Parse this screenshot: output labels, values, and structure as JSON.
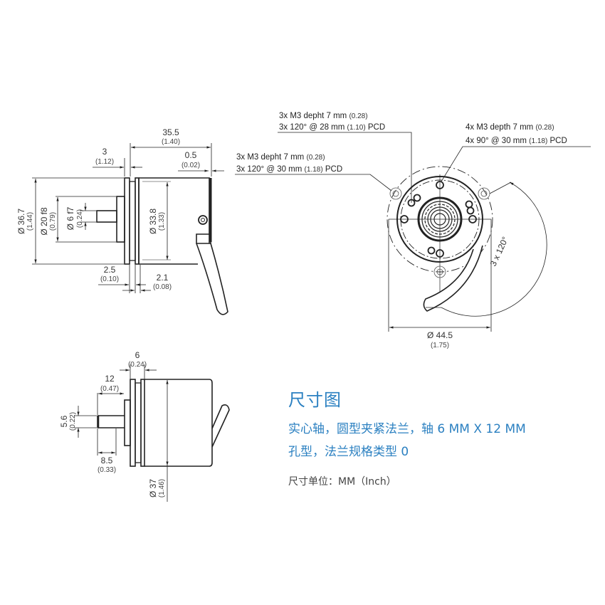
{
  "caption": {
    "title": "尺寸图",
    "description_line1": "实心轴，圆型夹紧法兰，轴 6 MM X 12 MM",
    "description_line2": "孔型，法兰规格类型 0",
    "units": "尺寸单位：MM（Inch）",
    "accent_color": "#2b80c1"
  },
  "side_view": {
    "overall_length": {
      "mm": "35.5",
      "inch": "(1.40)"
    },
    "flange_thickness": {
      "mm": "3",
      "inch": "(1.12)"
    },
    "rear_offset": {
      "mm": "0.5",
      "inch": "(0.02)"
    },
    "flange_diameter": {
      "mm": "Ø 36.7",
      "inch": "(1.44)"
    },
    "spigot_diameter": {
      "mm": "Ø 20 f8",
      "inch": "(0.79)"
    },
    "shaft_diameter": {
      "mm": "Ø 6 f7",
      "inch": "(0.24)"
    },
    "body_diameter": {
      "mm": "Ø 33.8",
      "inch": "(1.33)"
    },
    "groove_left": {
      "mm": "2.5",
      "inch": "(0.10)"
    },
    "groove_right": {
      "mm": "2.1",
      "inch": "(0.08)"
    }
  },
  "front_view": {
    "hole_note_a": {
      "line1_main": "3x M3 depht 7 mm",
      "line1_sub": "(0.28)",
      "line2_main": "3x 120° @ 28 mm",
      "line2_sub": "(1.10)",
      "line2_end": "PCD"
    },
    "hole_note_b": {
      "line1_main": "3x M3 depht 7 mm",
      "line1_sub": "(0.28)",
      "line2_main": "3x 120° @ 30 mm",
      "line2_sub": "(1.18)",
      "line2_end": "PCD"
    },
    "hole_note_c": {
      "line1_main": "4x M3 depth 7 mm",
      "line1_sub": "(0.28)",
      "line2_main": "4x 90° @ 30 mm",
      "line2_sub": "(1.18)",
      "line2_end": "PCD"
    },
    "angle_label": "3 x 120°",
    "outer_diameter": {
      "mm": "Ø 44.5",
      "inch": "(1.75)"
    }
  },
  "bottom_view": {
    "flange_width": {
      "mm": "6",
      "inch": "(0.24)"
    },
    "shaft_length": {
      "mm": "12",
      "inch": "(0.47)"
    },
    "flat_height": {
      "mm": "5.6",
      "inch": "(0.22)"
    },
    "flat_length": {
      "mm": "8.5",
      "inch": "(0.33)"
    },
    "body_diameter": {
      "mm": "Ø 37",
      "inch": "(1.46)"
    }
  }
}
